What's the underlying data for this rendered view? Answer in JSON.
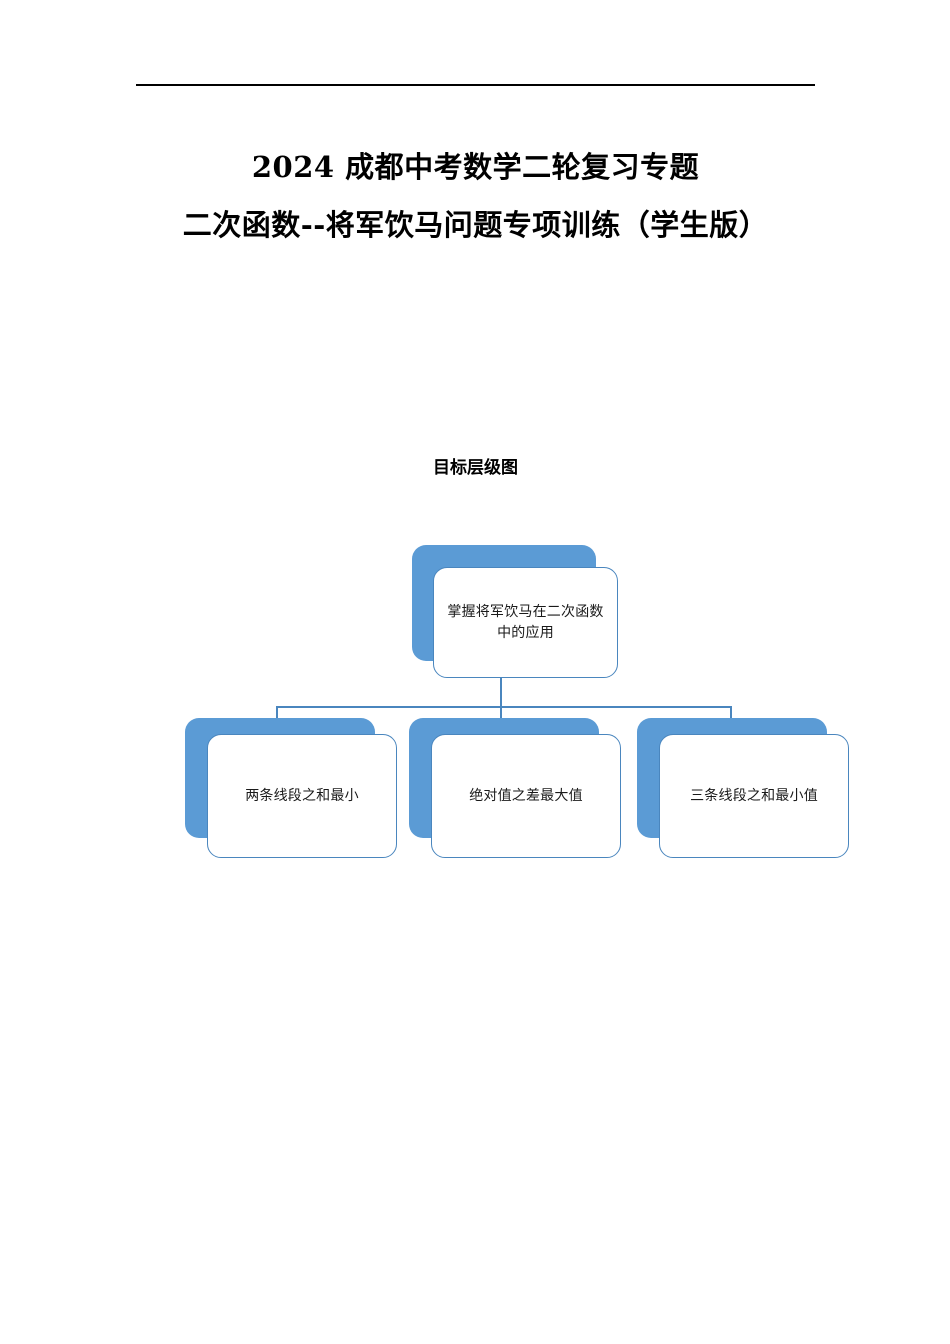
{
  "document": {
    "title_lines": [
      "2024 成都中考数学二轮复习专题",
      "二次函数--将军饮马问题专项训练（学生版）"
    ],
    "subtitle": "目标层级图"
  },
  "diagram": {
    "type": "hierarchy",
    "colors": {
      "shadow_fill": "#5B9BD5",
      "card_fill": "#FFFFFF",
      "card_border": "#4A86BE",
      "connector": "#4A86BE",
      "text": "#1A1A1A"
    },
    "root": {
      "label": "掌握将军饮马在二次函数中的应用"
    },
    "children": [
      {
        "label": "两条线段之和最小"
      },
      {
        "label": "绝对值之差最大值"
      },
      {
        "label": "三条线段之和最小值"
      }
    ]
  }
}
